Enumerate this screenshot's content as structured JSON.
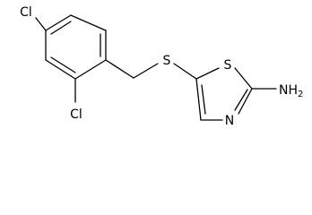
{
  "molecule": {
    "atoms": {
      "cl_top": "Cl",
      "cl_bottom": "Cl",
      "s_thioether": "S",
      "s_ring": "S",
      "n_ring": "N",
      "nh2_main": "NH",
      "nh2_sub": "2"
    }
  }
}
